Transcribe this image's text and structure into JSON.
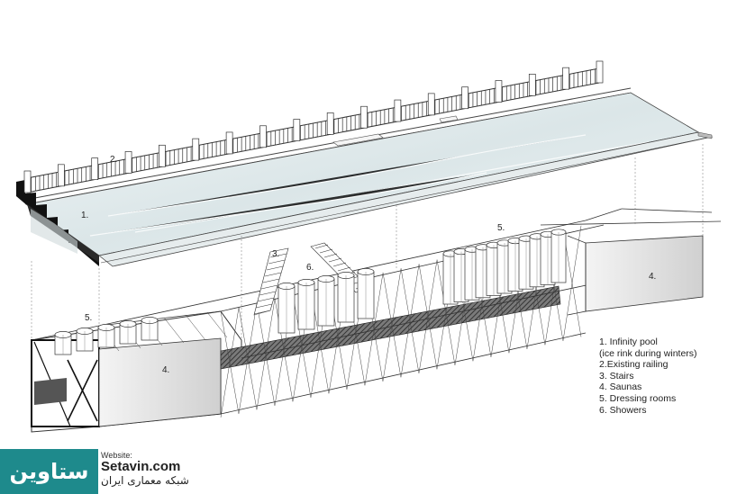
{
  "callouts": {
    "pool": "1.",
    "railing": "2.",
    "stairs": "3.",
    "sauna_left": "4.",
    "sauna_right": "4.",
    "dressing_left": "5.",
    "dressing_right": "5.",
    "showers": "6."
  },
  "legend": [
    "1. Infinity pool",
    "(ice rink during winters)",
    "2.Existing railing",
    "3. Stairs",
    "4. Saunas",
    "5. Dressing rooms",
    "6. Showers"
  ],
  "brand": {
    "logo": "ستاوین",
    "website_label": "Website:",
    "url": "Setavin.com",
    "tagline": "شبکه معماری ایران"
  },
  "colors": {
    "brand_teal": "#1e8a8c",
    "line": "#333333",
    "water": "#dfe9ea",
    "black": "#111111"
  }
}
